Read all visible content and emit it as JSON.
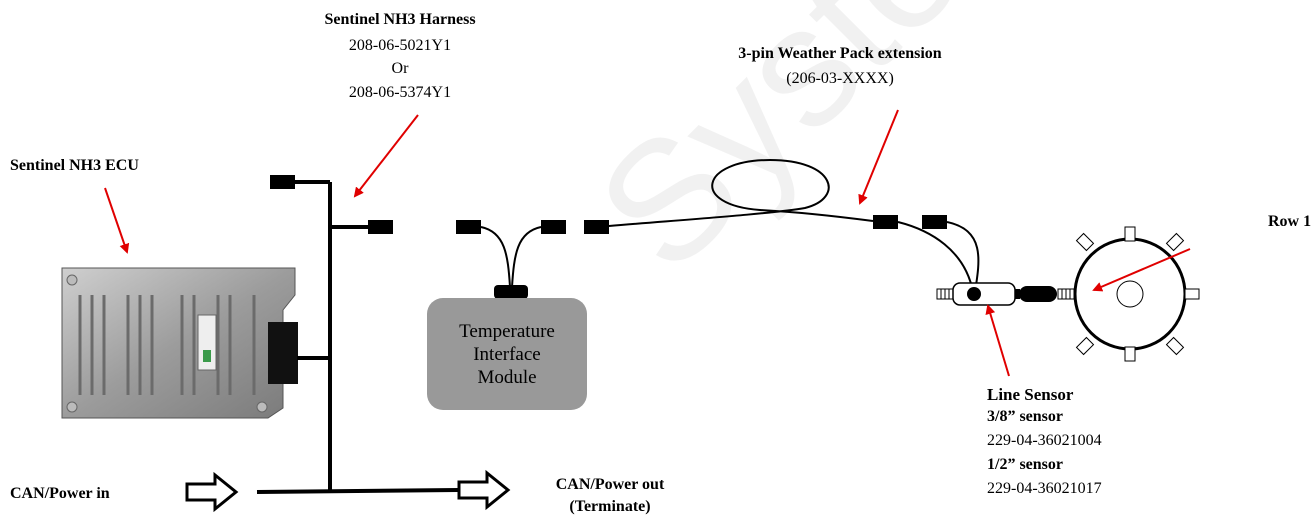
{
  "harness": {
    "title": "Sentinel NH3 Harness",
    "part1": "208-06-5021Y1",
    "or": "Or",
    "part2": "208-06-5374Y1"
  },
  "extension": {
    "title": "3-pin Weather Pack extension",
    "part": "(206-03-XXXX)"
  },
  "ecu": {
    "title": "Sentinel NH3 ECU"
  },
  "row": {
    "label": "Row 1"
  },
  "tim": {
    "line1": "Temperature",
    "line2": "Interface",
    "line3": "Module"
  },
  "line_sensor": {
    "title": "Line Sensor",
    "size1": "3/8” sensor",
    "part1": "229-04-36021004",
    "size2": "1/2” sensor",
    "part2": "229-04-36021017"
  },
  "can_in": {
    "label": "CAN/Power in"
  },
  "can_out": {
    "line1": "CAN/Power out",
    "line2": "(Terminate)"
  },
  "watermark": {
    "text": "System"
  },
  "colors": {
    "arrow": "#e00000",
    "tim_fill": "#999999",
    "connector": "#000000"
  }
}
